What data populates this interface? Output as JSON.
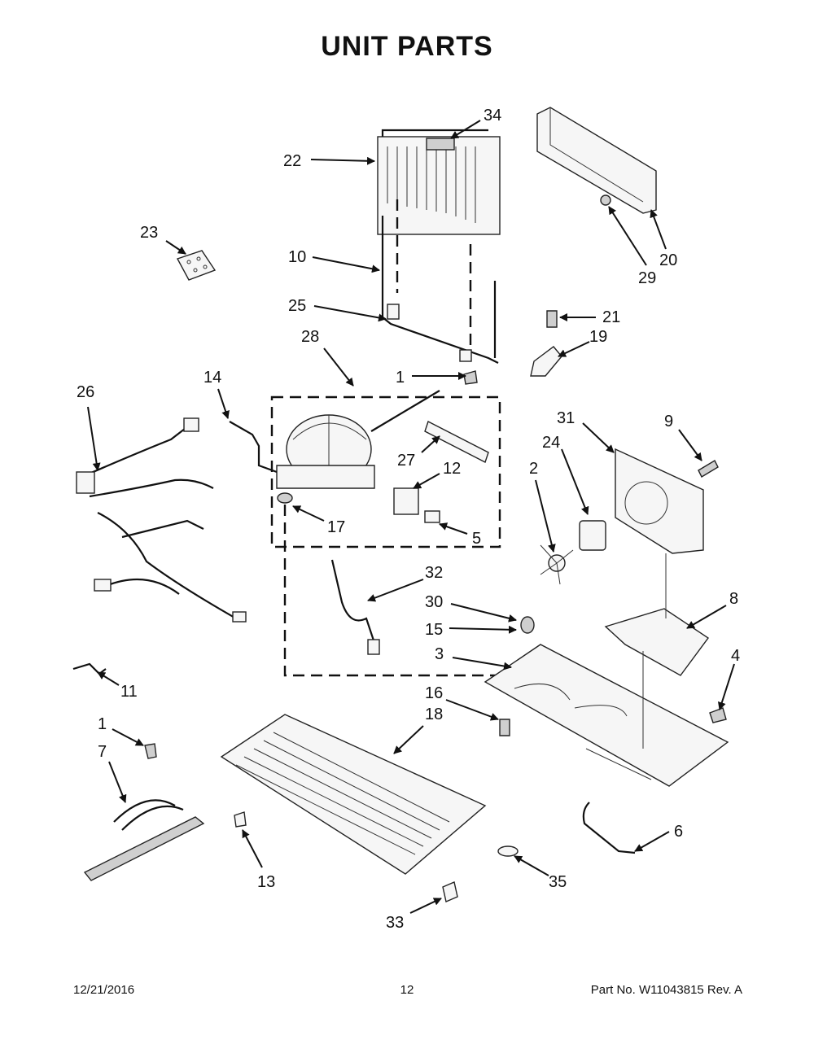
{
  "title": "UNIT PARTS",
  "footer": {
    "date": "12/21/2016",
    "page": "12",
    "part_number": "Part No.  W11043815  Rev.  A"
  },
  "callouts": [
    "34",
    "22",
    "23",
    "10",
    "25",
    "28",
    "1",
    "14",
    "26",
    "27",
    "12",
    "17",
    "5",
    "32",
    "30",
    "15",
    "3",
    "16",
    "18",
    "11",
    "1",
    "7",
    "13",
    "33",
    "20",
    "29",
    "21",
    "19",
    "31",
    "9",
    "24",
    "2",
    "8",
    "4",
    "6",
    "35"
  ]
}
